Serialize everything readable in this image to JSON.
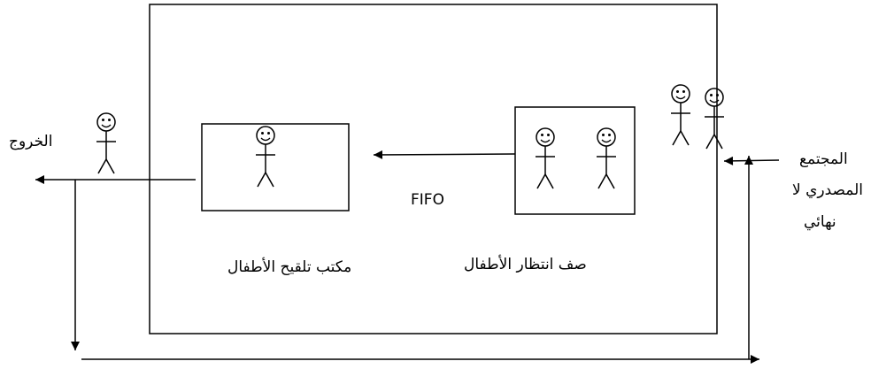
{
  "labels": {
    "exit": "الخروج",
    "source_line1": "المجتمع",
    "source_line2": "المصدري لا",
    "source_line3": "نهائي",
    "discipline": "FIFO",
    "queue": "صف انتظار الأطفال",
    "server": "مكتب تلقيح الأطفال"
  },
  "icons": {
    "person": "stick-figure-smiley-icon"
  },
  "colors": {
    "stroke": "#000000",
    "background": "#ffffff"
  }
}
